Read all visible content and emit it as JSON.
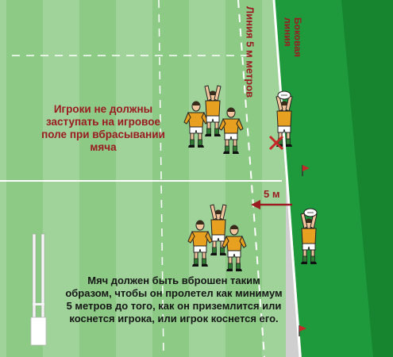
{
  "labels": {
    "five_metre_line": "Линия 5 м метров",
    "touch_line": "Боковая линия",
    "players_rule": "Игроки не должны заступать на игровое поле при вбрасывании мяча",
    "distance": "5 м",
    "throw_rule": "Мяч должен быть вброшен таким образом, чтобы он пролетел как минимум 5 метров до того, как он приземлится или коснется игрока, или игрок коснется его."
  },
  "colors": {
    "field_light": "#9fd39a",
    "field_dark": "#89c883",
    "out_of_play": "#1e9a3c",
    "annotation": "#9a1b22",
    "jersey": "#e8a020",
    "shorts": "#ffffff",
    "socks": "#2e7d32"
  },
  "icons": [
    "rugby-player-icon",
    "rugby-ball-icon",
    "flag-icon",
    "goal-post-icon",
    "arrow-left-icon",
    "cross-mark-icon"
  ]
}
